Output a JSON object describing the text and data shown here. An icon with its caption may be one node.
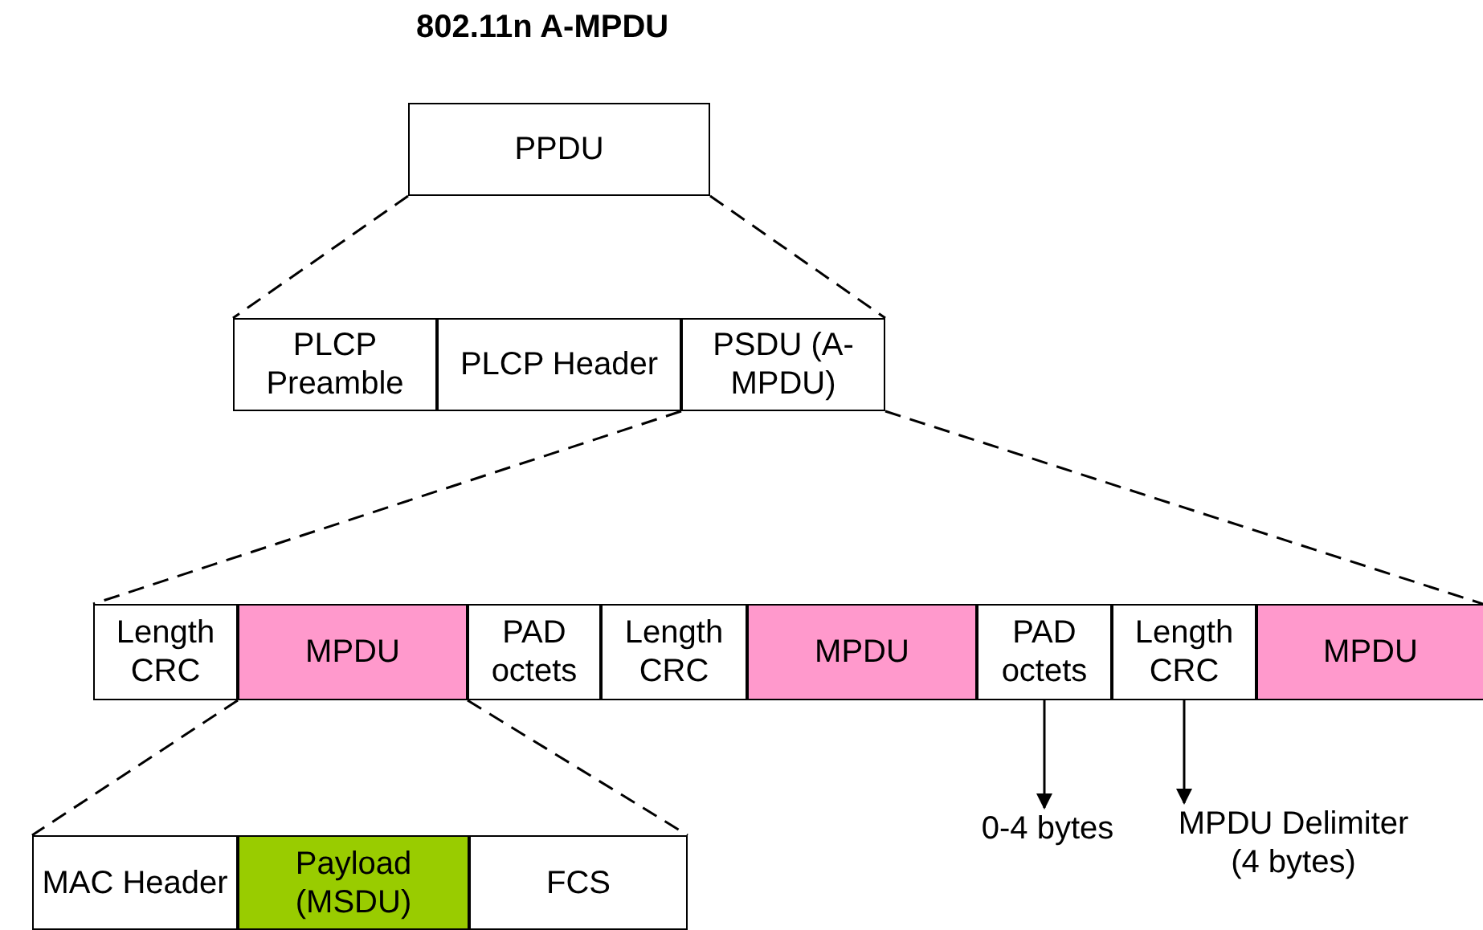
{
  "diagram": {
    "title": "802.11n A-MPDU",
    "nodes": [
      {
        "text": [
          "PPDU"
        ]
      },
      {
        "text": [
          "PLCP Preamble"
        ]
      },
      {
        "text": [
          "PLCP Header"
        ]
      },
      {
        "text": [
          "PSDU (A-MPDU)"
        ]
      },
      {
        "text": [
          "Length CRC"
        ]
      },
      {
        "text": [
          "MPDU"
        ]
      },
      {
        "text": [
          "PAD octets"
        ]
      },
      {
        "text": [
          "Length CRC"
        ]
      },
      {
        "text": [
          "MPDU"
        ]
      },
      {
        "text": [
          "PAD octets"
        ]
      },
      {
        "text": [
          "Length CRC"
        ]
      },
      {
        "text": [
          "MPDU"
        ]
      },
      {
        "text": [
          "MAC Header"
        ]
      },
      {
        "text": [
          "Payload (MSDU)"
        ]
      },
      {
        "text": [
          "FCS"
        ]
      },
      {
        "text": [
          "0-4 bytes"
        ]
      },
      {
        "text": [
          "MPDU Delimiter (4 bytes)"
        ]
      }
    ],
    "edges": [
      {
        "from": 0,
        "to": 1,
        "arrow": "none",
        "style": "dashed"
      },
      {
        "from": 0,
        "to": 3,
        "arrow": "none",
        "style": "dashed"
      },
      {
        "from": 3,
        "to": 4,
        "arrow": "none",
        "style": "dashed"
      },
      {
        "from": 3,
        "to": 11,
        "arrow": "none",
        "style": "dashed"
      },
      {
        "from": 5,
        "to": 12,
        "arrow": "none",
        "style": "dashed"
      },
      {
        "from": 5,
        "to": 14,
        "arrow": "none",
        "style": "dashed"
      },
      {
        "from": 9,
        "to": 15,
        "arrow": "to"
      },
      {
        "from": 10,
        "to": 16,
        "arrow": "to"
      }
    ]
  }
}
